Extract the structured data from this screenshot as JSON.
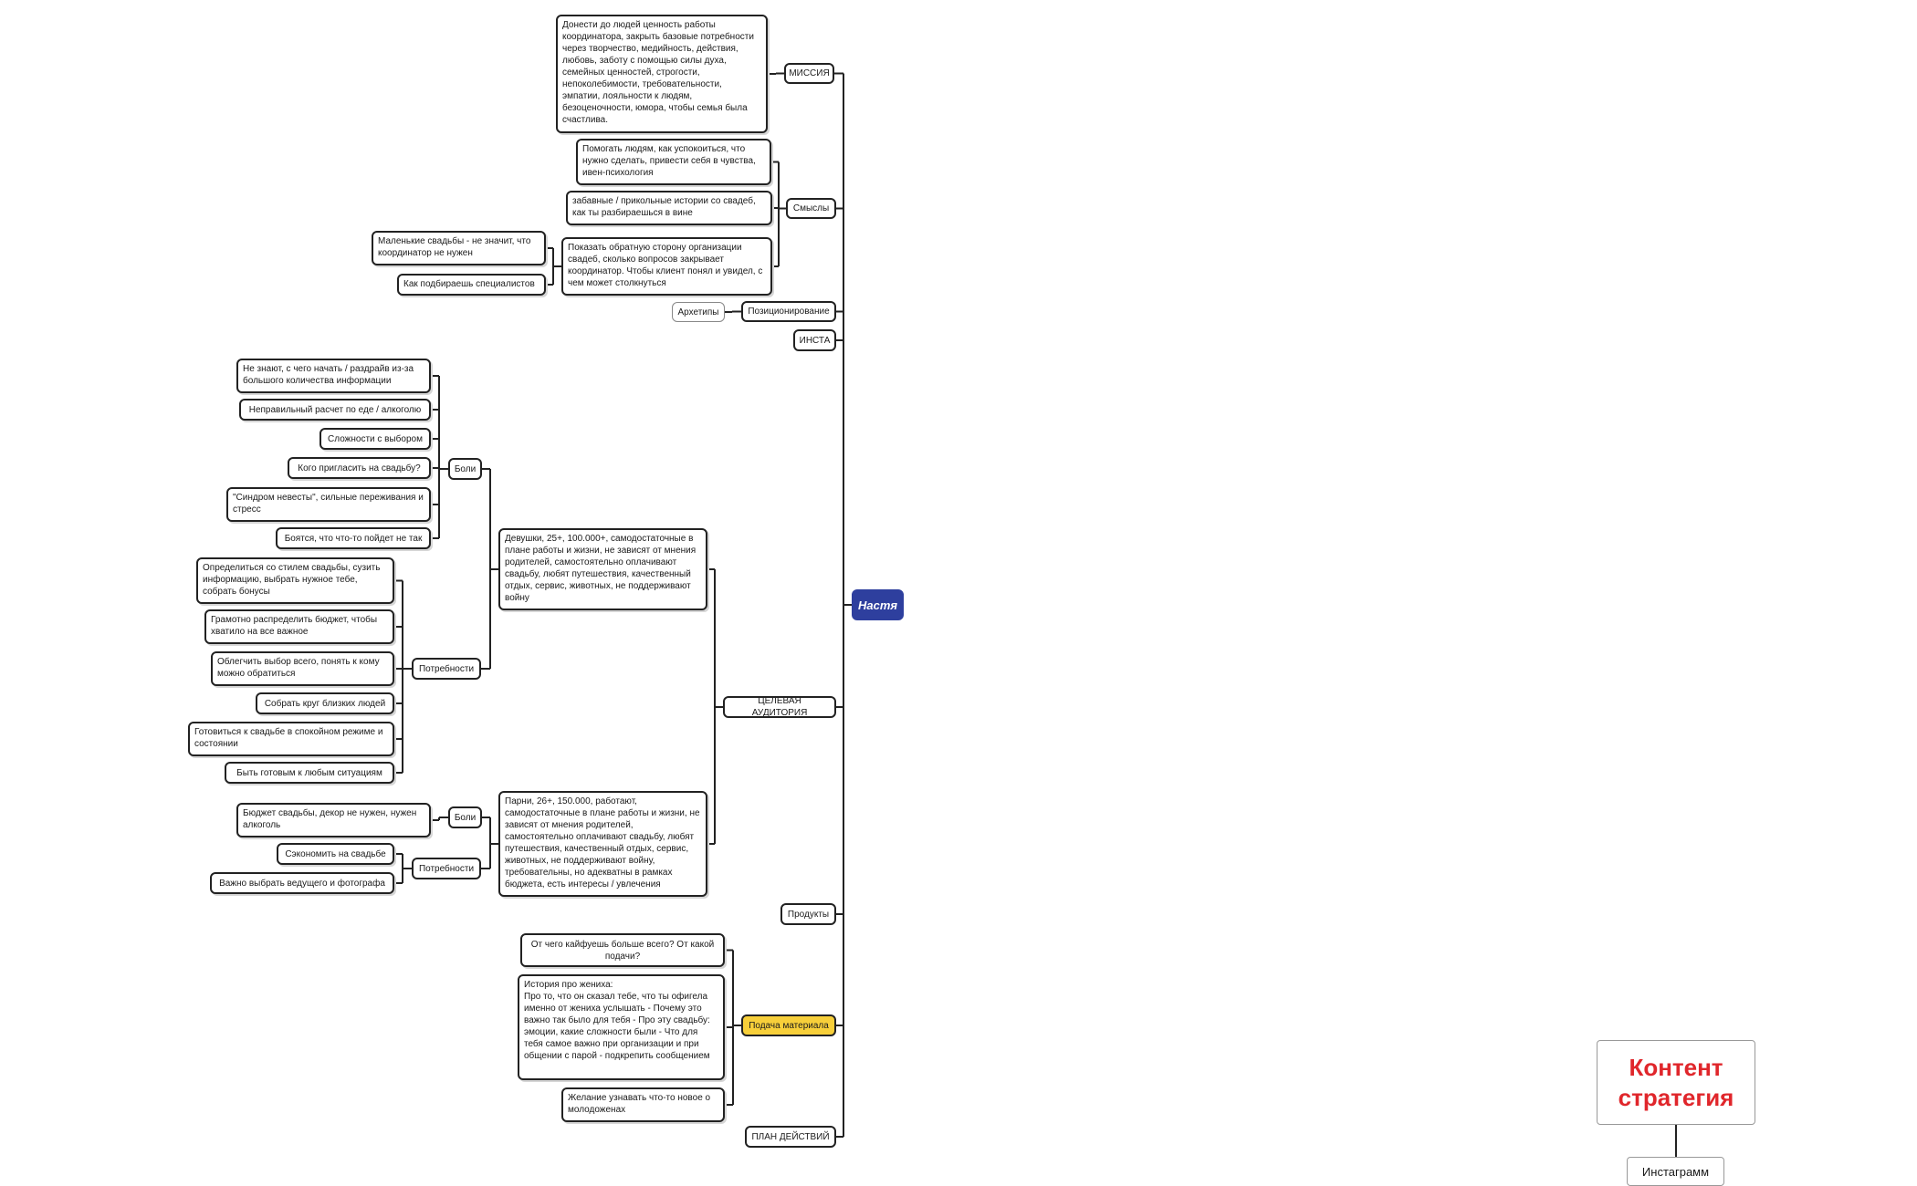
{
  "mindmap": {
    "root": "Настя",
    "mission": {
      "label": "МИССИЯ",
      "text": "Донести до людей ценность работы координатора, закрыть базовые потребности через творчество, медийность, действия, любовь, заботу с помощью силы духа, семейных ценностей, строгости, непоколебимости, требовательности, эмпатии, лояльности к людям, безоценочности, юмора, чтобы семья была счастлива."
    },
    "meanings": {
      "label": "Смыслы",
      "items": [
        "Помогать людям, как успокоиться, что нужно сделать, привести себя в чувства, ивен-психология",
        "забавные / прикольные истории со свадеб, как ты разбираешься в вине",
        "Показать обратную сторону организации свадеб, сколько вопросов закрывает координатор. Чтобы клиент понял и увидел, с чем может столкнуться"
      ],
      "sub_items": [
        "Маленькие свадьбы - не значит, что координатор не нужен",
        "Как подбираешь специалистов"
      ]
    },
    "positioning": {
      "label": "Позиционирование",
      "child": "Архетипы"
    },
    "insta": {
      "label": "ИНСТА"
    },
    "audience": {
      "label": "ЦЕЛЕВАЯ АУДИТОРИЯ",
      "women": {
        "text": "Девушки, 25+, 100.000+, самодостаточные в плане работы и жизни, не зависят от мнения родителей, самостоятельно оплачивают свадьбу, любят путешествия, качественный отдых, сервис, животных, не поддерживают войну",
        "pains_label": "Боли",
        "pains": [
          "Не знают, с чего начать / раздрайв из-за большого количества информации",
          "Неправильный расчет по еде / алкоголю",
          "Сложности с выбором",
          "Кого пригласить на свадьбу?",
          "\"Синдром невесты\", сильные переживания и стресс",
          "Боятся, что что-то пойдет не так"
        ],
        "needs_label": "Потребности",
        "needs": [
          "Определиться со стилем свадьбы, сузить информацию, выбрать нужное тебе, собрать бонусы",
          "Грамотно распределить бюджет, чтобы хватило на все важное",
          "Облегчить выбор всего, понять к кому можно обратиться",
          "Собрать круг близких людей",
          "Готовиться к свадьбе в спокойном режиме и состоянии",
          "Быть готовым к любым ситуациям"
        ]
      },
      "men": {
        "text": "Парни, 26+, 150.000, работают, самодостаточные в плане работы и жизни, не зависят от мнения родителей, самостоятельно оплачивают свадьбу, любят путешествия, качественный отдых, сервис, животных, не поддерживают войну, требовательны, но адекватны в рамках бюджета, есть интересы / увлечения",
        "pains_label": "Боли",
        "pains": [
          "Бюджет свадьбы, декор не нужен, нужен алкоголь"
        ],
        "needs_label": "Потребности",
        "needs": [
          "Сэкономить на свадьбе",
          "Важно выбрать ведущего и фотографа"
        ]
      }
    },
    "products": {
      "label": "Продукты"
    },
    "delivery": {
      "label": "Подача материала",
      "items": [
        "От чего кайфуешь больше всего? От какой подачи?",
        "История про жениха:\nПро то, что он сказал тебе, что ты офигела именно от жениха услышать - Почему это важно так было для тебя - Про эту свадьбу: эмоции, какие сложности были - Что для тебя самое важно при организации и при общении с парой - подкрепить сообщением",
        "Желание узнавать что-то новое о молодоженах"
      ]
    },
    "plan": {
      "label": "ПЛАН ДЕЙСТВИЙ"
    }
  },
  "side": {
    "title": "Контент стратегия",
    "child": "Инстаграмм"
  },
  "colors": {
    "root": "#2e3f9e",
    "highlight": "#f7cf3a",
    "title": "#e0262b",
    "line": "#222222"
  }
}
